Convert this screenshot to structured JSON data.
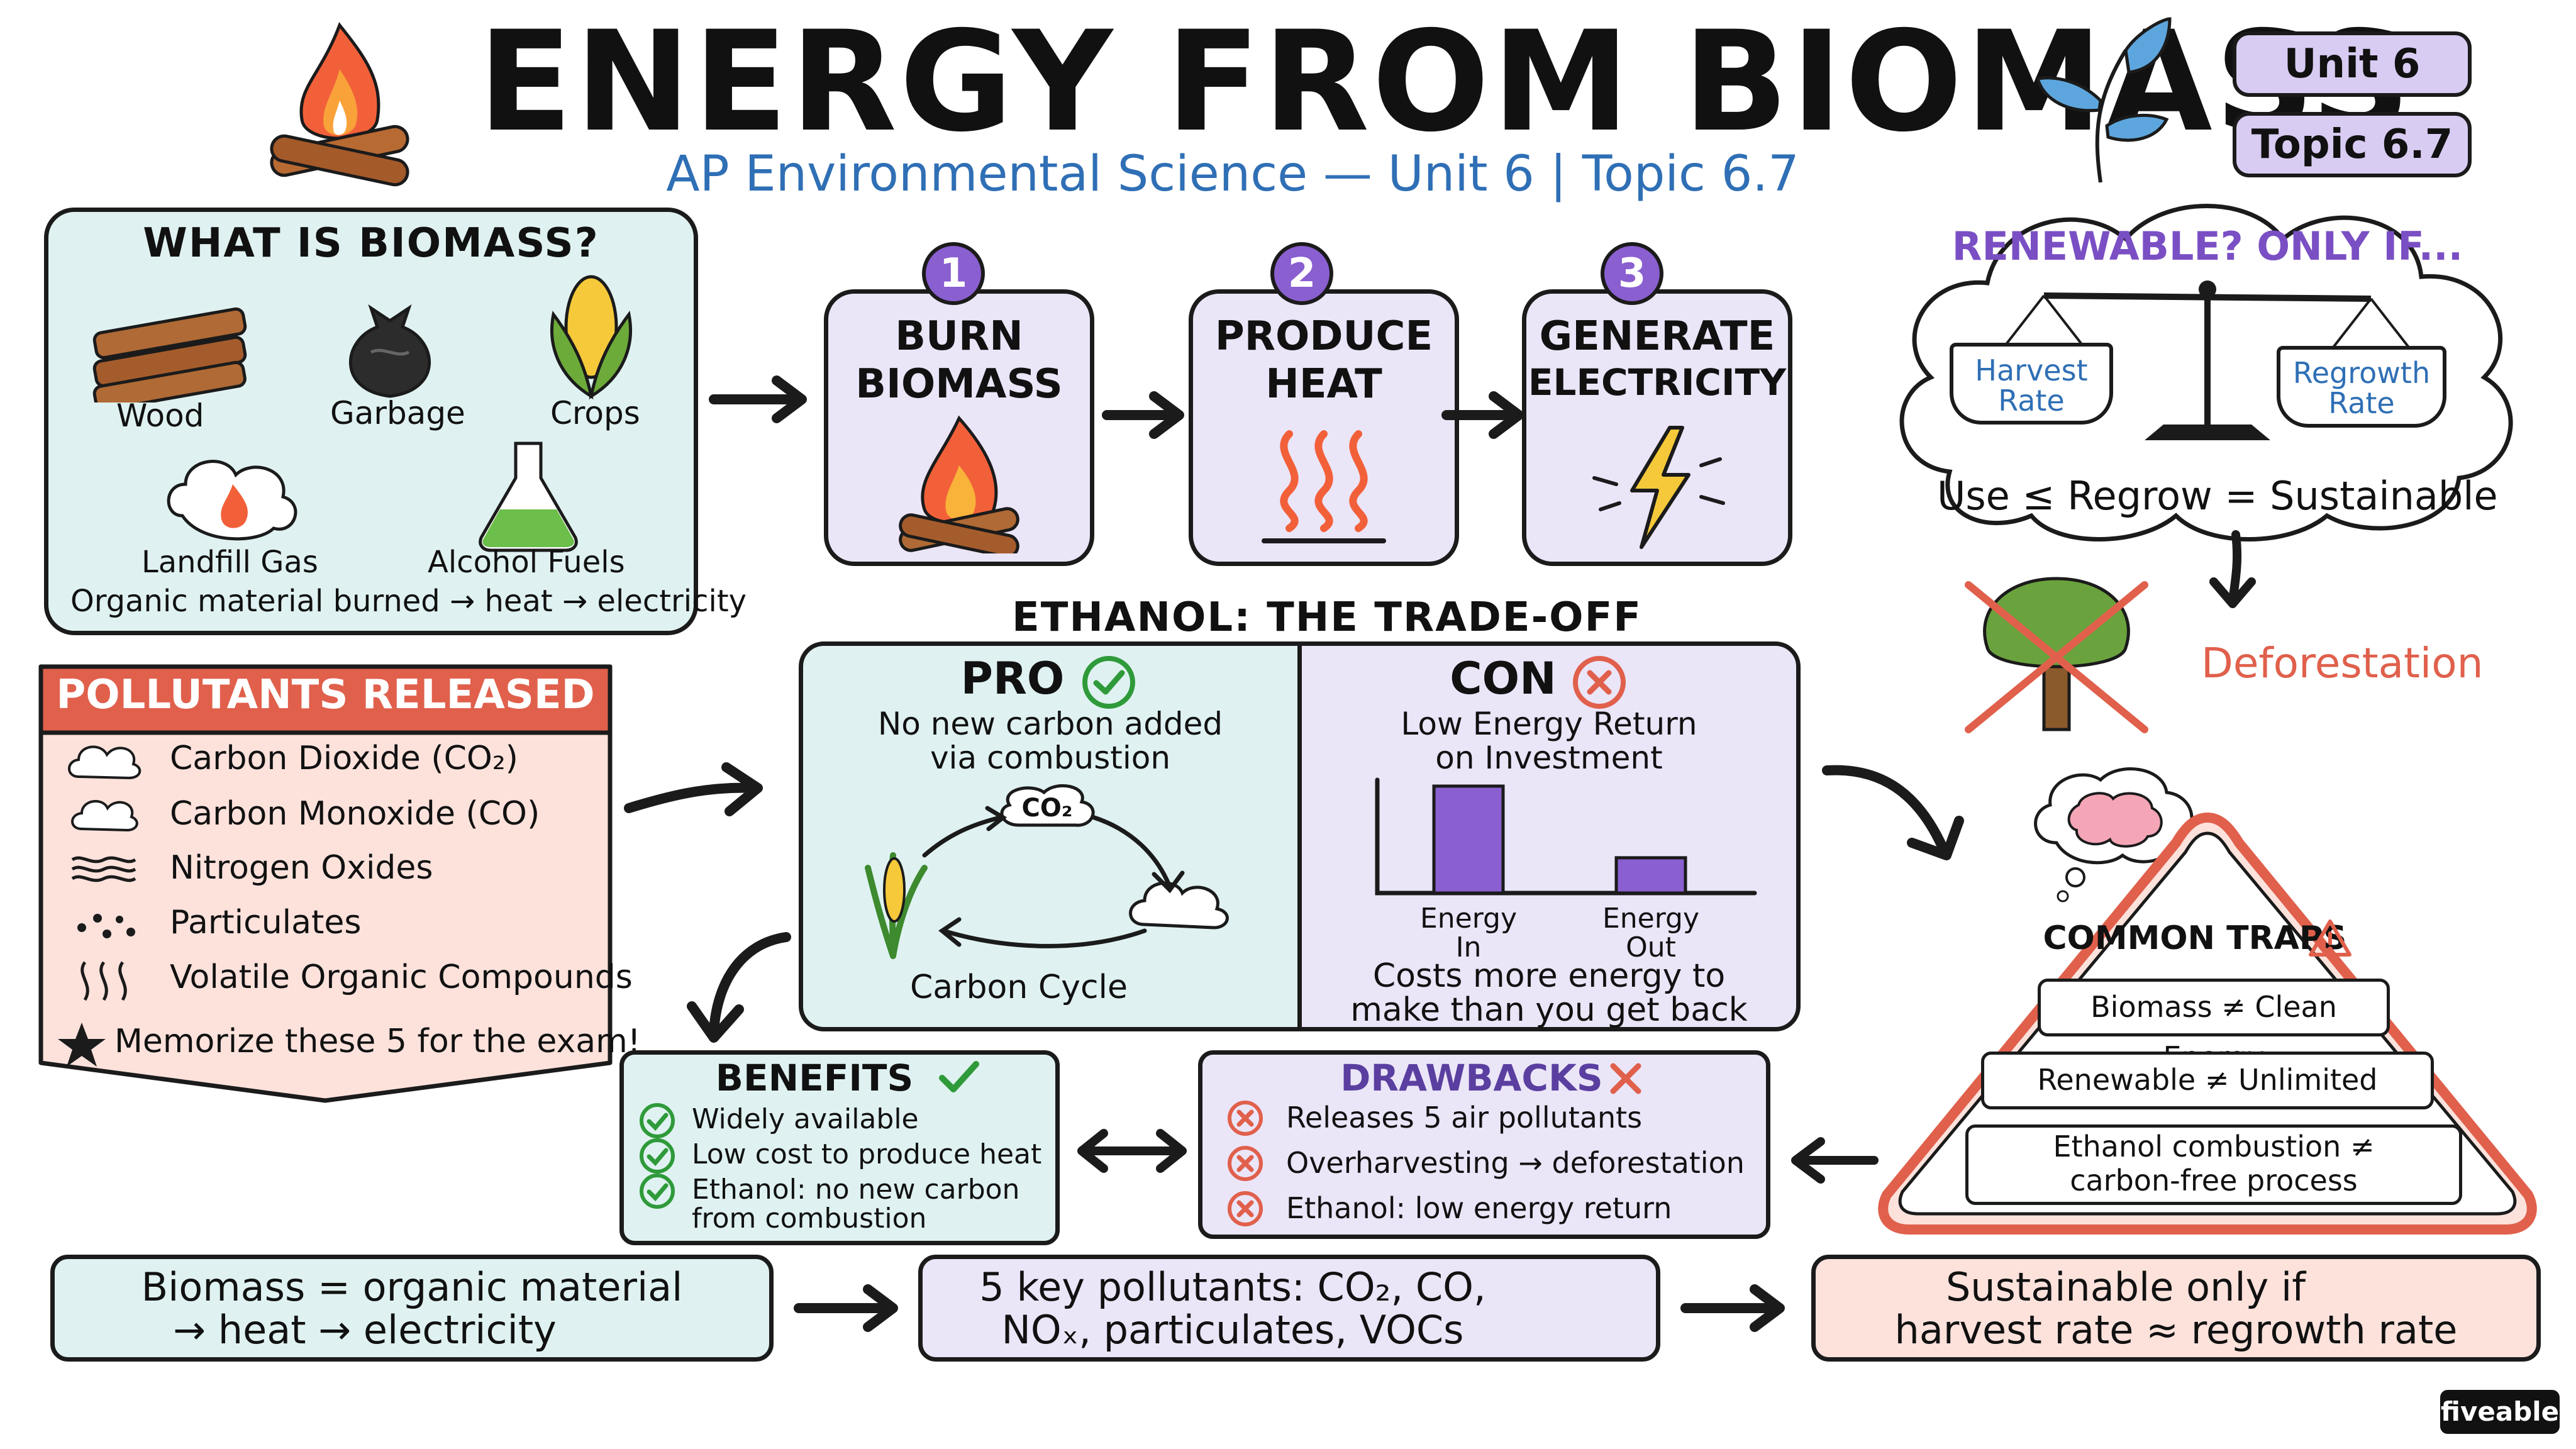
{
  "header": {
    "title": "ENERGY FROM BIOMASS",
    "subtitle": "AP Environmental Science — Unit 6 | Topic 6.7",
    "tags": [
      "Unit 6",
      "Topic 6.7"
    ]
  },
  "what_is": {
    "heading": "WHAT IS BIOMASS?",
    "items": [
      "Wood",
      "Garbage",
      "Crops",
      "Landfill Gas",
      "Alcohol Fuels"
    ],
    "summary": "Organic material burned → heat → electricity"
  },
  "steps": [
    {
      "num": "1",
      "line1": "BURN",
      "line2": "BIOMASS"
    },
    {
      "num": "2",
      "line1": "PRODUCE",
      "line2": "HEAT"
    },
    {
      "num": "3",
      "line1": "GENERATE",
      "line2": "ELECTRICITY"
    }
  ],
  "renewable": {
    "heading": "RENEWABLE? ONLY IF...",
    "left_pan": [
      "Harvest",
      "Rate"
    ],
    "right_pan": [
      "Regrowth",
      "Rate"
    ],
    "equation": "Use ≤ Regrow = Sustainable",
    "deforestation": "Deforestation"
  },
  "pollutants": {
    "heading": "POLLUTANTS RELEASED",
    "items": [
      "Carbon Dioxide (CO₂)",
      "Carbon Monoxide (CO)",
      "Nitrogen Oxides",
      "Particulates",
      "Volatile Organic Compounds"
    ],
    "note": "Memorize these 5 for the exam!"
  },
  "ethanol": {
    "heading": "ETHANOL: THE TRADE-OFF",
    "pro": {
      "label": "PRO",
      "line1": "No new carbon added",
      "line2": "via combustion",
      "cloud_label": "CO₂",
      "caption": "Carbon Cycle"
    },
    "con": {
      "label": "CON",
      "line1": "Low Energy Return",
      "line2": "on Investment",
      "caption1": "Costs more energy to",
      "caption2": "make than you get back"
    }
  },
  "chart_data": {
    "type": "bar",
    "categories": [
      "Energy In",
      "Energy Out"
    ],
    "category_lines": [
      [
        "Energy",
        "In"
      ],
      [
        "Energy",
        "Out"
      ]
    ],
    "values": [
      100,
      33
    ],
    "colors": [
      "#8a5fd0",
      "#8a5fd0"
    ]
  },
  "benefits": {
    "heading": "BENEFITS",
    "items": [
      "Widely available",
      "Low cost to produce heat",
      "Ethanol: no new carbon",
      "from combustion"
    ]
  },
  "drawbacks": {
    "heading": "DRAWBACKS",
    "items": [
      "Releases 5 air pollutants",
      "Overharvesting → deforestation",
      "Ethanol: low energy return"
    ]
  },
  "traps": {
    "heading": "COMMON TRAPS",
    "items": [
      "Biomass ≠ Clean Energy",
      "Renewable ≠ Unlimited",
      "Ethanol combustion ≠",
      "carbon-free process"
    ]
  },
  "summary_bar": [
    {
      "line1": "Biomass = organic material",
      "line2": "→ heat → electricity"
    },
    {
      "line1": "5 key pollutants: CO₂, CO,",
      "line2": "NOₓ, particulates, VOCs"
    },
    {
      "line1": "Sustainable only if",
      "line2": "harvest rate ≈ regrowth rate"
    }
  ],
  "brand": "fiveable",
  "colors": {
    "teal": "#dff2f1",
    "lavender": "#ebe5f8",
    "pink": "#fde2dc",
    "purple": "#8a5fd0",
    "blue_text": "#2f6fb5",
    "red": "#e0604c",
    "green": "#2f9a3a"
  }
}
